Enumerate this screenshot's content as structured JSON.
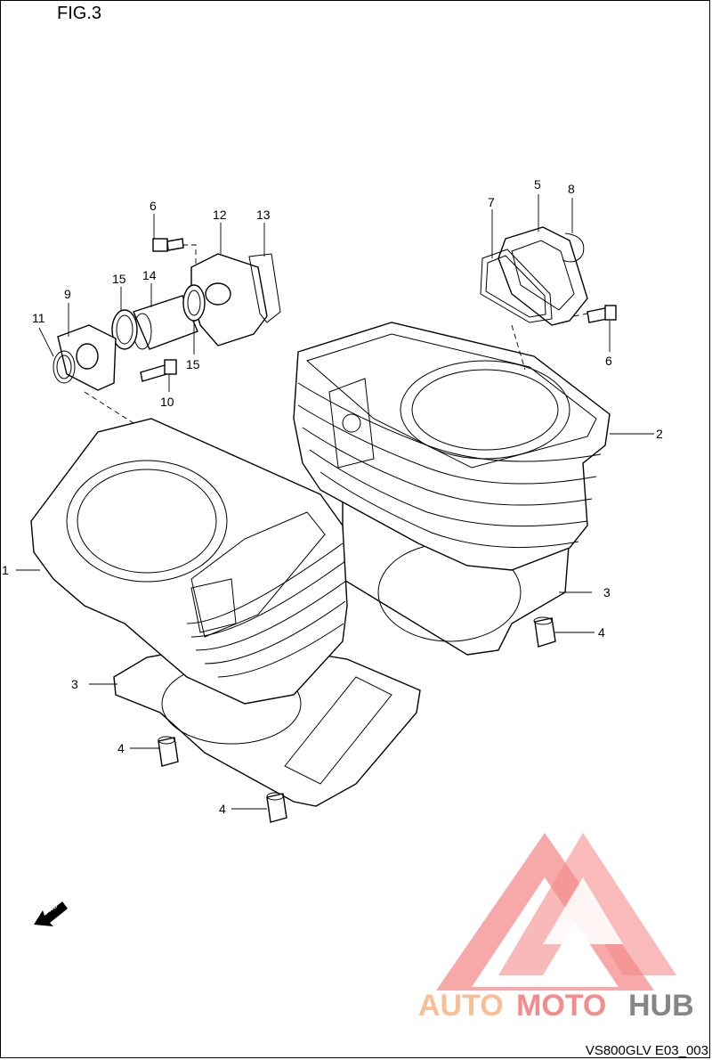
{
  "figure": {
    "title": "FIG.3",
    "code": "VS800GLV E03_003"
  },
  "watermark": {
    "part1": "AUTO",
    "part2": "MOTO",
    "part3": "HUB",
    "color_light": "#f9b78a",
    "color_red": "#f47f7f",
    "color_gray": "#7a7a7a"
  },
  "fwd_label": "FWD",
  "callouts": {
    "c1": "1",
    "c2": "2",
    "c3a": "3",
    "c3b": "3",
    "c4a": "4",
    "c4b": "4",
    "c4c": "4",
    "c5": "5",
    "c6a": "6",
    "c6b": "6",
    "c7": "7",
    "c8": "8",
    "c9": "9",
    "c10": "10",
    "c11": "11",
    "c12": "12",
    "c13": "13",
    "c14": "14",
    "c15a": "15",
    "c15b": "15"
  }
}
